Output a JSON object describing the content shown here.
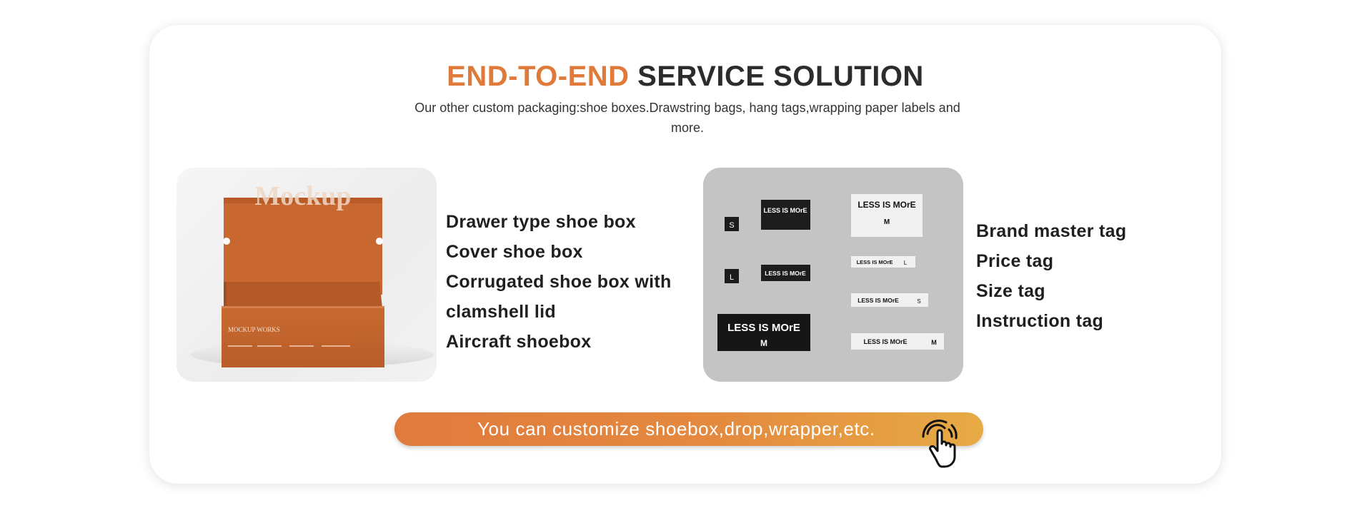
{
  "header": {
    "title_accent": "END-TO-END",
    "title_rest": " SERVICE SOLUTION",
    "subtitle": "Our other custom packaging:shoe boxes.Drawstring bags, hang tags,wrapping paper labels and more."
  },
  "left_panel": {
    "image_icon": "shoebox-image",
    "box_lid_text": "Mockup",
    "box_front_text": "MOCKUP WORKS",
    "items": [
      "Drawer type shoe box",
      "Cover shoe box",
      "Corrugated shoe box with clamshell lid",
      "Aircraft shoebox"
    ]
  },
  "right_panel": {
    "image_icon": "clothing-tags-image",
    "tag_text": "LESS IS MOrE",
    "size_labels": [
      "S",
      "L"
    ],
    "items": [
      "Brand master tag",
      "Price tag",
      "Size tag",
      "Instruction tag"
    ]
  },
  "cta": {
    "label": "You can customize shoebox,drop,wrapper,etc.",
    "icon": "hand-tap-icon"
  },
  "colors": {
    "accent": "#e07a3a",
    "cta_start": "#e07a3e",
    "cta_end": "#e7ab45",
    "box_orange": "#c8672f",
    "tag_panel_bg": "#c4c4c4"
  }
}
